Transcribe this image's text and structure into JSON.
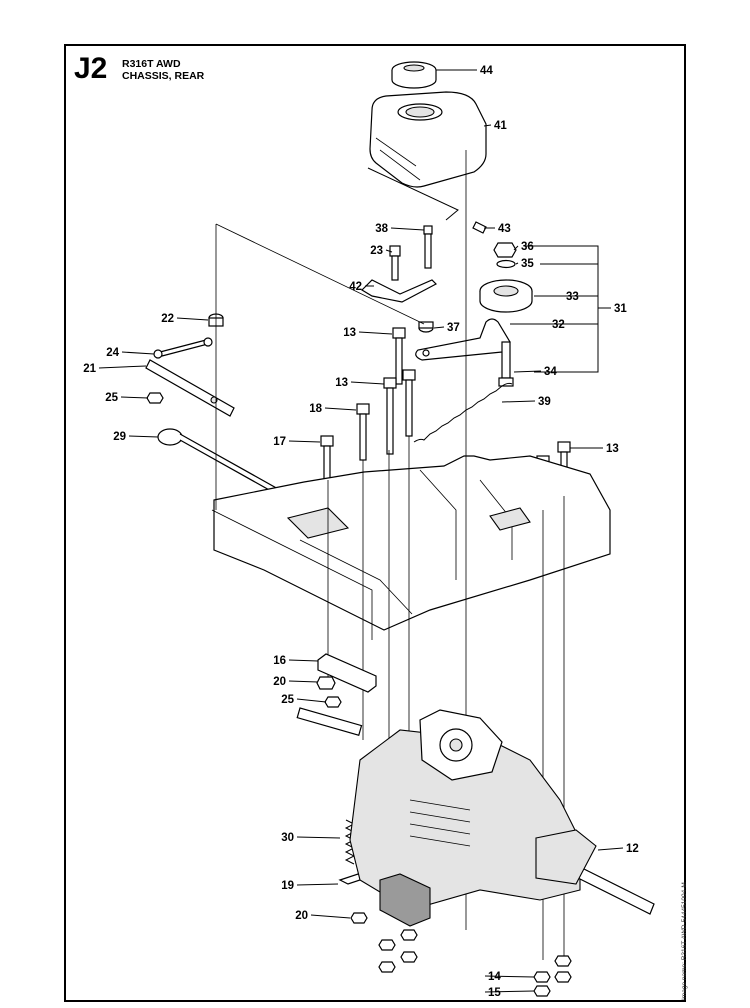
{
  "header": {
    "code": "J2",
    "model": "R316T AWD",
    "title": "CHASSIS, REAR"
  },
  "side_note": "Image name: R316T AWD-544451004-M",
  "callouts": [
    {
      "label": "44"
    },
    {
      "label": "41"
    },
    {
      "label": "43"
    },
    {
      "label": "38"
    },
    {
      "label": "23"
    },
    {
      "label": "36"
    },
    {
      "label": "35"
    },
    {
      "label": "42"
    },
    {
      "label": "33"
    },
    {
      "label": "31"
    },
    {
      "label": "22"
    },
    {
      "label": "37"
    },
    {
      "label": "32"
    },
    {
      "label": "13"
    },
    {
      "label": "24"
    },
    {
      "label": "21"
    },
    {
      "label": "34"
    },
    {
      "label": "13"
    },
    {
      "label": "25"
    },
    {
      "label": "18"
    },
    {
      "label": "39"
    },
    {
      "label": "29"
    },
    {
      "label": "17"
    },
    {
      "label": "13"
    },
    {
      "label": "16"
    },
    {
      "label": "20"
    },
    {
      "label": "25"
    },
    {
      "label": "30"
    },
    {
      "label": "12"
    },
    {
      "label": "19"
    },
    {
      "label": "20"
    },
    {
      "label": "14"
    },
    {
      "label": "15"
    }
  ]
}
